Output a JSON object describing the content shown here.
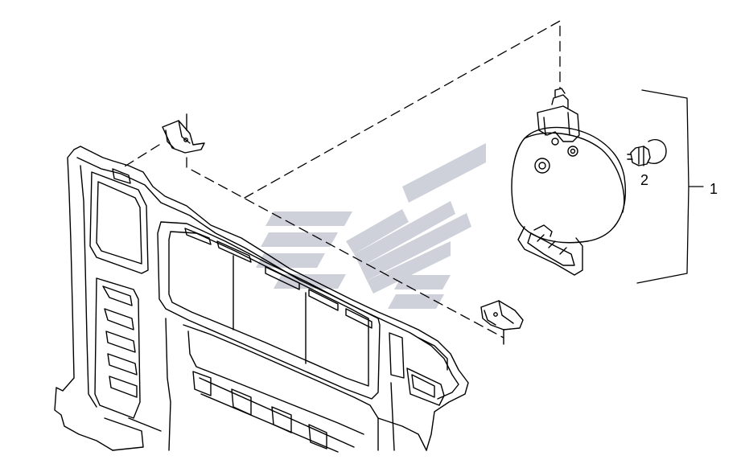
{
  "diagram": {
    "type": "exploded parts diagram",
    "callouts": {
      "lamp_assembly": "1",
      "bulb": "2"
    },
    "watermark": {
      "kind": "logo",
      "icon": "stylized-letters-logo",
      "color": "#c9ccd6"
    },
    "colors": {
      "line": "#000000",
      "background": "#ffffff"
    }
  }
}
